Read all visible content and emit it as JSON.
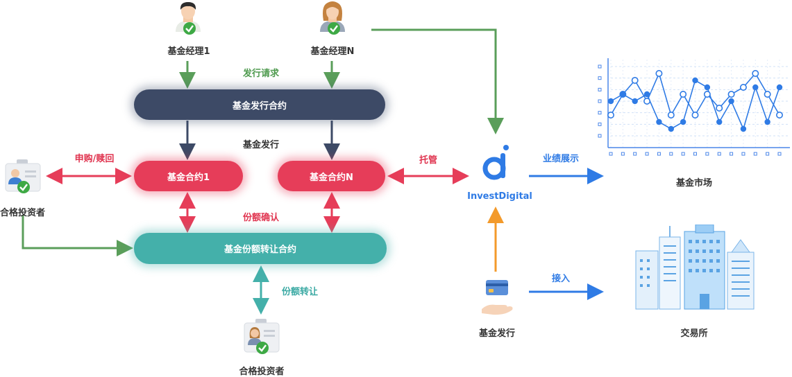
{
  "people": {
    "manager1": "基金经理1",
    "managerN": "基金经理N",
    "investor_left": "合格投资者",
    "investor_bottom": "合格投资者"
  },
  "labels": {
    "issue_request": "发行请求",
    "fund_issue": "基金发行",
    "subscribe_redeem": "申购/赎回",
    "custody": "托管",
    "share_confirm": "份额确认",
    "share_transfer": "份额转让",
    "performance": "业绩展示",
    "access": "接入",
    "fund_issue_bottom": "基金发行"
  },
  "contracts": {
    "issue": "基金发行合约",
    "contract1": "基金合约1",
    "contractN": "基金合约N",
    "transfer": "基金份额转让合约"
  },
  "brand": "InvestDigital",
  "right": {
    "market": "基金市场",
    "exchange": "交易所"
  },
  "colors": {
    "green": "#5a9e5a",
    "navy": "#3d4a66",
    "red": "#e63d59",
    "teal": "#44b0aa",
    "blue": "#2f7be5",
    "orange": "#f39a2b"
  },
  "mini_chart": {
    "hollow": [
      3,
      6,
      8,
      5,
      9,
      3,
      6,
      3,
      6,
      4,
      6,
      7,
      9,
      6,
      3
    ],
    "filled": [
      5,
      6,
      5,
      6,
      2,
      1,
      2,
      8,
      7,
      2,
      5,
      1,
      7,
      2,
      7
    ]
  }
}
